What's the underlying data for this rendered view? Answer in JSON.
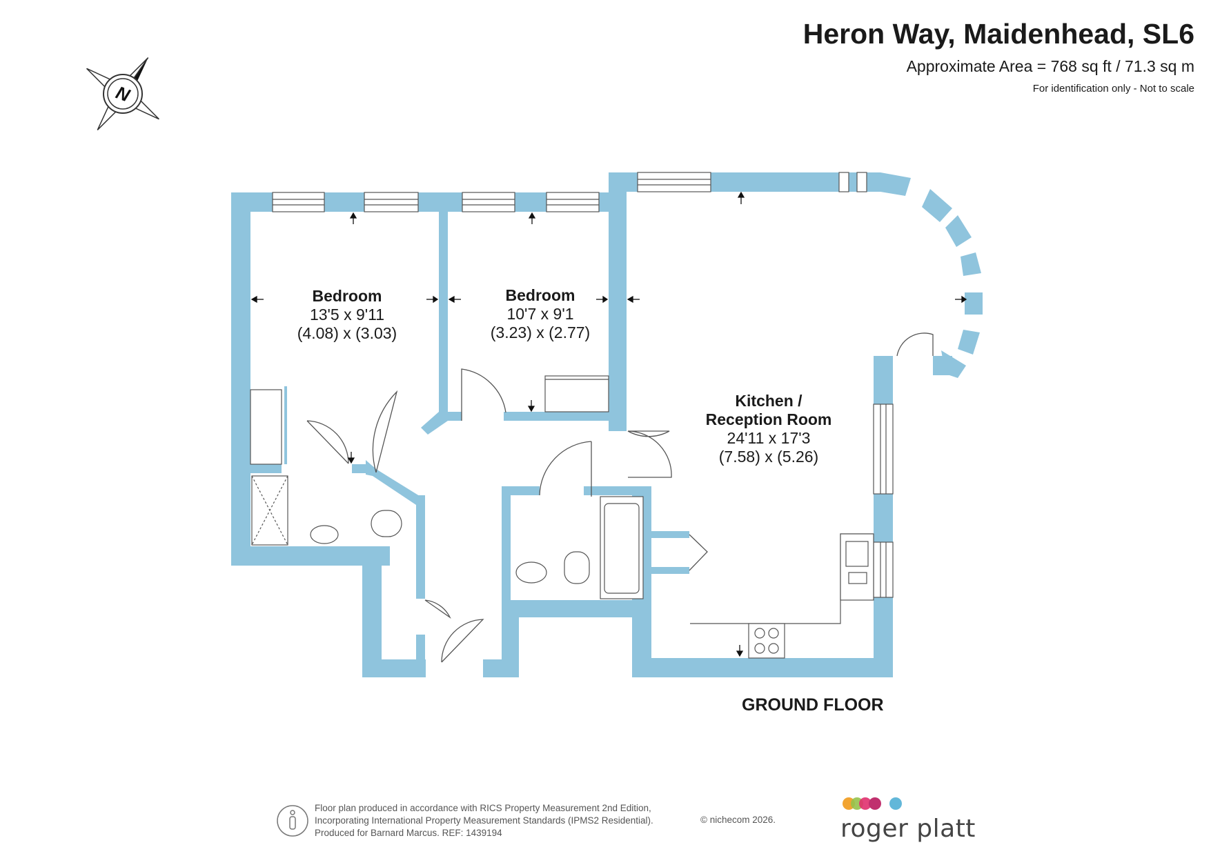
{
  "header": {
    "title": "Heron Way, Maidenhead, SL6",
    "area": "Approximate Area = 768 sq ft / 71.3 sq m",
    "identification": "For identification only - Not to scale"
  },
  "compass": {
    "letter": "N"
  },
  "rooms": {
    "bedroom1": {
      "name": "Bedroom",
      "imperial": "13'5 x 9'11",
      "metric": "(4.08) x (3.03)"
    },
    "bedroom2": {
      "name": "Bedroom",
      "imperial": "10'7 x 9'1",
      "metric": "(3.23) x (2.77)"
    },
    "kitchen": {
      "name_line1": "Kitchen /",
      "name_line2": "Reception Room",
      "imperial": "24'11 x 17'3",
      "metric": "(7.58) x (5.26)"
    }
  },
  "floor_label": "GROUND FLOOR",
  "footer": {
    "line1": "Floor plan produced in accordance with RICS Property Measurement 2nd Edition,",
    "line2": "Incorporating International Property Measurement Standards (IPMS2 Residential).",
    "line3": "Produced for Barnard Marcus.   REF:  1439194",
    "copyright": "© nichecom 2026.",
    "brand": "roger platt"
  },
  "colors": {
    "wall": "#8fc4dd",
    "line": "#555555",
    "brand_dots": [
      "#f2a431",
      "#96c24d",
      "#e0306e",
      "#c0306e",
      "#62b7d9"
    ]
  }
}
